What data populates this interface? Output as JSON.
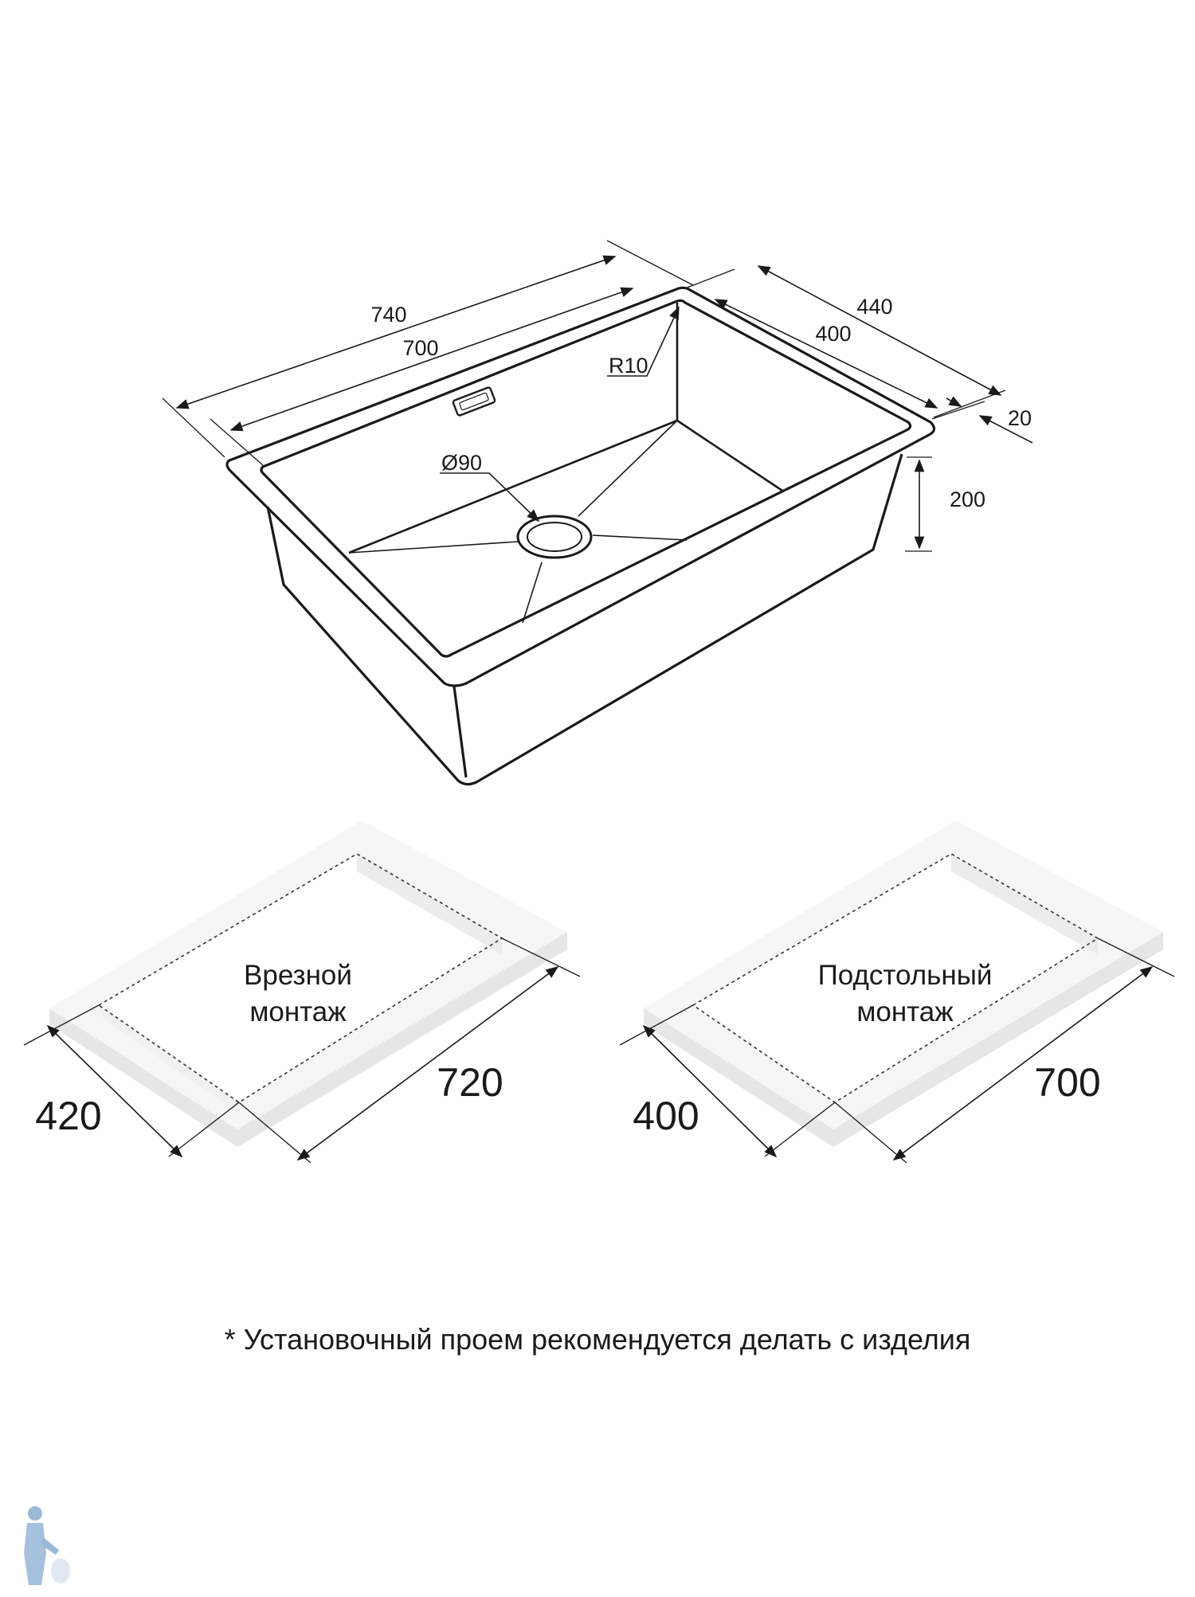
{
  "sink": {
    "dimensions": {
      "overall_length": "740",
      "bowl_length": "700",
      "overall_width": "440",
      "bowl_width": "400",
      "rim_width": "20",
      "depth": "200",
      "corner_radius": "R10",
      "drain_diameter": "Ø90"
    }
  },
  "mounting": {
    "flush": {
      "label_line1": "Врезной",
      "label_line2": "монтаж",
      "width": "420",
      "length": "720"
    },
    "undermount": {
      "label_line1": "Подстольный",
      "label_line2": "монтаж",
      "width": "400",
      "length": "700"
    }
  },
  "footnote": "* Установочный проем рекомендуется делать с изделия",
  "colors": {
    "line": "#1a1a1a",
    "frame_fill": "#f1f1f1"
  },
  "icons": [
    "plumber-logo-icon"
  ]
}
